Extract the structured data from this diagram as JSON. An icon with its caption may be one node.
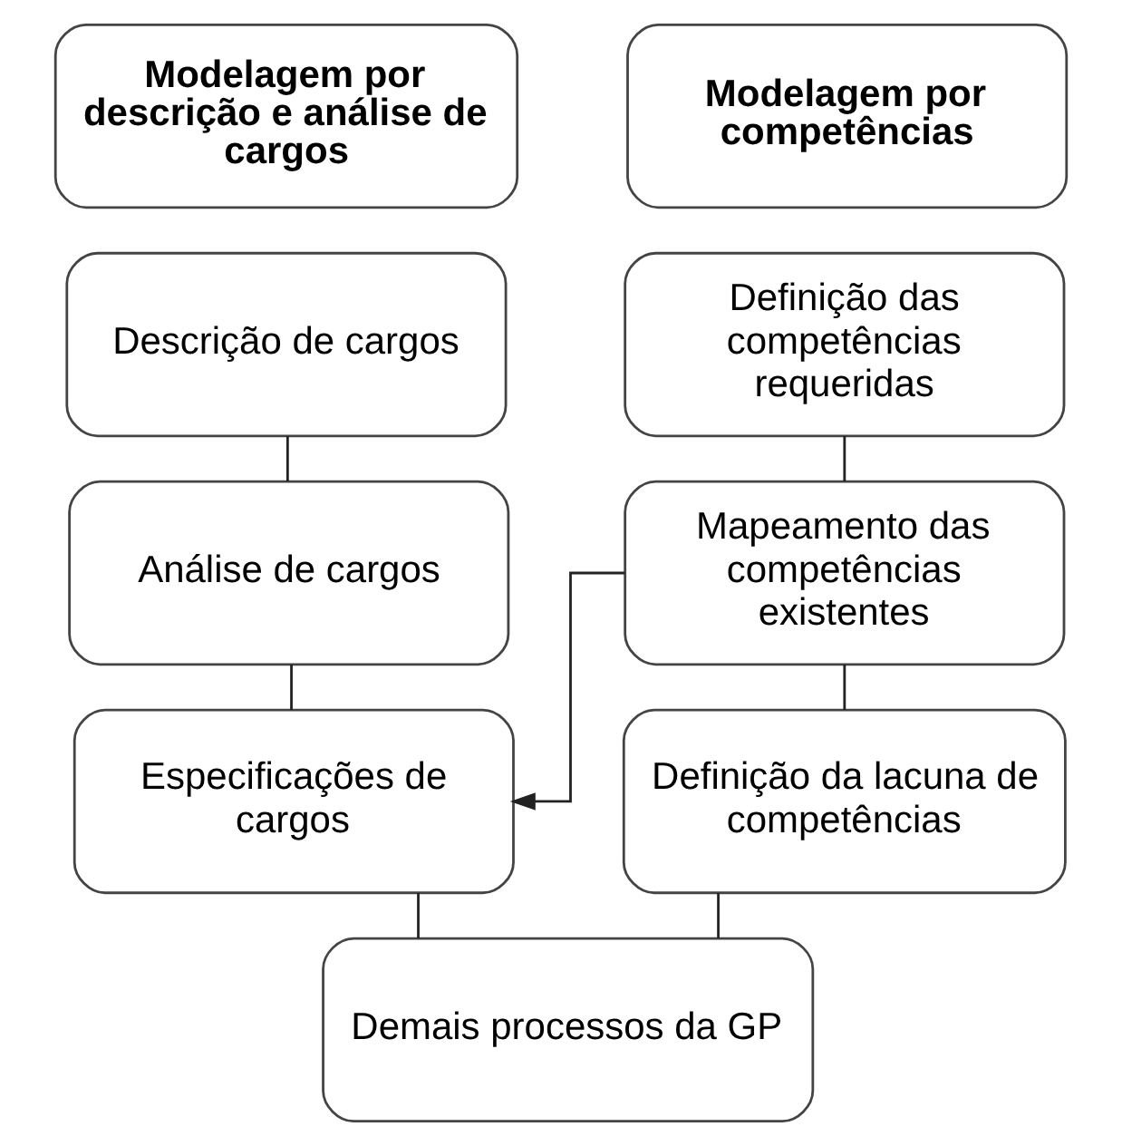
{
  "diagram": {
    "nodes": [
      {
        "text": [
          "Modelagem por descrição e análise de cargos"
        ]
      },
      {
        "text": [
          "Modelagem por competências"
        ]
      },
      {
        "text": [
          "Descrição de cargos"
        ]
      },
      {
        "text": [
          "Definição das competências requeridas"
        ]
      },
      {
        "text": [
          "Análise de cargos"
        ]
      },
      {
        "text": [
          "Mapeamento das competências existentes"
        ]
      },
      {
        "text": [
          "Especificações de cargos"
        ]
      },
      {
        "text": [
          "Definição da lacuna de competências"
        ]
      },
      {
        "text": [
          "Demais processos da GP"
        ]
      }
    ],
    "edges": [
      {
        "from": 2,
        "to": 4,
        "arrow": "none"
      },
      {
        "from": 4,
        "to": 6,
        "arrow": "none"
      },
      {
        "from": 3,
        "to": 5,
        "arrow": "none"
      },
      {
        "from": 5,
        "to": 7,
        "arrow": "none"
      },
      {
        "from": 5,
        "to": 6,
        "arrow": "to"
      },
      {
        "from": 6,
        "to": 8,
        "arrow": "none"
      },
      {
        "from": 7,
        "to": 8,
        "arrow": "none"
      }
    ]
  }
}
